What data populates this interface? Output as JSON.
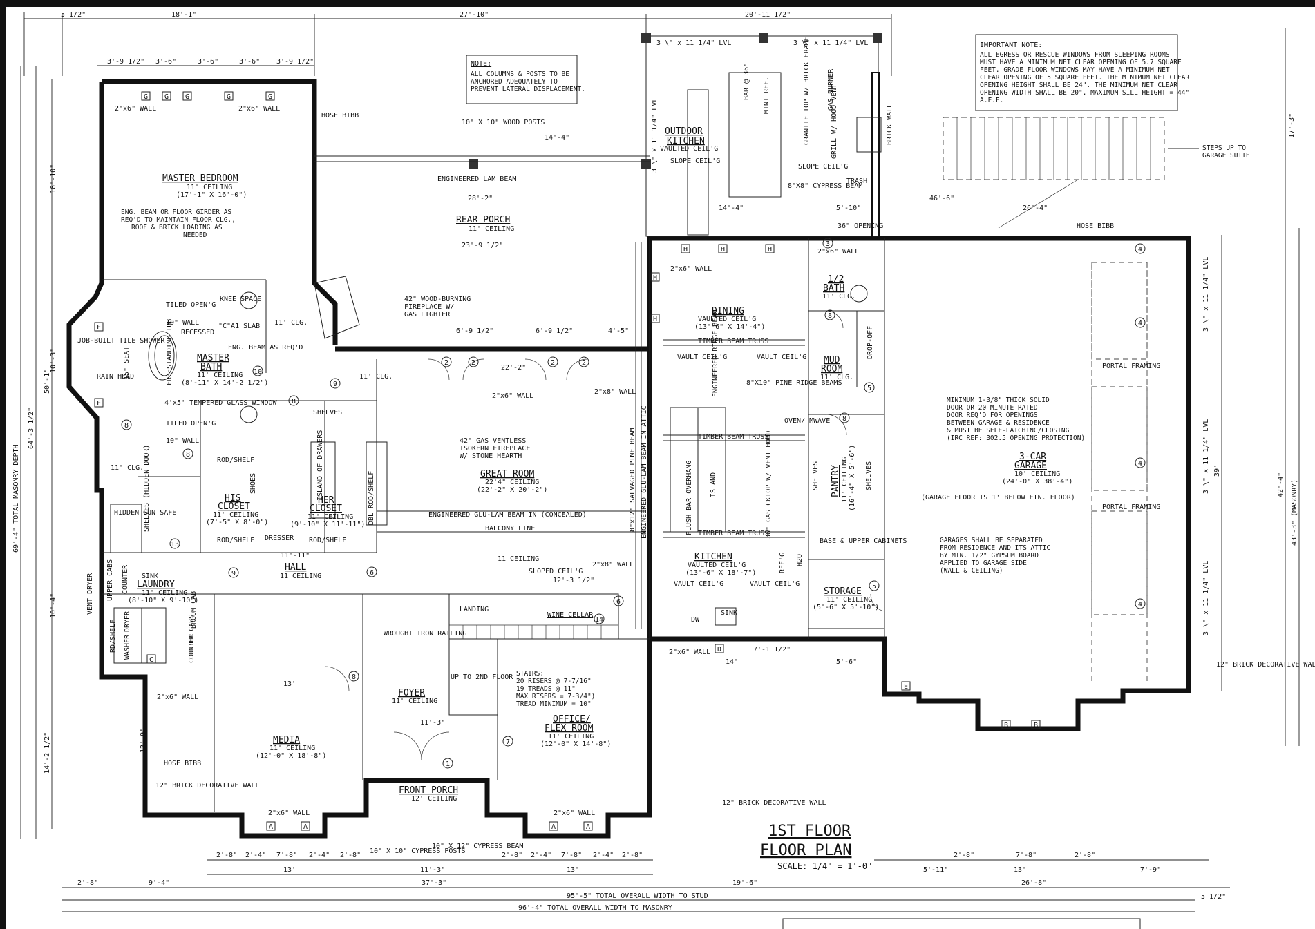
{
  "title": {
    "line1": "1ST FLOOR",
    "line2": "FLOOR PLAN",
    "scale": "SCALE: 1/4\" = 1'-0\""
  },
  "notes": {
    "columns": [
      "NOTE:",
      "ALL COLUMNS & POSTS TO BE",
      "ANCHORED ADEQUATELY TO",
      "PREVENT LATERAL DISPLACEMENT."
    ],
    "egress": [
      "IMPORTANT NOTE:",
      "ALL EGRESS OR RESCUE WINDOWS FROM SLEEPING ROOMS",
      "MUST HAVE A MINIMUM NET CLEAR OPENING OF 5.7 SQUARE",
      "FEET.  GRADE FLOOR WINDOWS MAY HAVE A MINIMUM NET",
      "CLEAR OPENING OF 5 SQUARE FEET.  THE MINIMUM NET CLEAR",
      "OPENING HEIGHT SHALL BE 24\".  THE MINIMUM NET CLEAR",
      "OPENING WIDTH SHALL BE 20\".  MAXIMUM SILL HEIGHT = 44\"",
      "A.F.F."
    ],
    "door": [
      "MINIMUM 1-3/8\" THICK SOLID",
      "DOOR OR 20 MINUTE RATED",
      "DOOR REQ'D FOR OPENINGS",
      "BETWEEN GARAGE & RESIDENCE",
      "& MUST BE SELF-LATCHING/CLOSING",
      "(IRC REF: 302.5 OPENING PROTECTION)"
    ],
    "garage_sep": [
      "GARAGES SHALL BE SEPARATED",
      "FROM RESIDENCE AND ITS ATTIC",
      "BY MIN. 1/2\" GYPSUM BOARD",
      "APPLIED TO GARAGE SIDE",
      "(WALL & CEILING)"
    ],
    "garage_floor": "(GARAGE FLOOR IS 1' BELOW FIN. FLOOR)",
    "steps": [
      "STEPS UP TO",
      "GARAGE SUITE"
    ],
    "stairs": [
      "STAIRS:",
      "20 RISERS @ 7-7/16\"",
      "19 TREADS @ 11\"",
      "MAX RISERS = 7-3/4\")",
      "TREAD MINIMUM = 10\""
    ],
    "beam": [
      "ENG. BEAM OR FLOOR GIRDER AS",
      "REQ'D TO MAINTAIN FLOOR CLG.,",
      "ROOF & BRICK LOADING AS",
      "NEEDED"
    ]
  },
  "rooms": {
    "master_bedroom": {
      "name": "MASTER BEDROOM",
      "c1": "11' CEILING",
      "c2": "(17'-1\" X 16'-0\")"
    },
    "rear_porch": {
      "name": "REAR PORCH",
      "c1": "11' CEILING"
    },
    "outdoor_kitchen": {
      "name1": "OUTDOOR",
      "name2": "KITCHEN",
      "c1": "VAULTED CEIL'G"
    },
    "master_bath": {
      "name1": "MASTER",
      "name2": "BATH",
      "c1": "11' CEILING",
      "c2": "(8'-11\" X 14'-2 1/2\")"
    },
    "great_room": {
      "name": "GREAT ROOM",
      "c1": "22'4\" CEILING",
      "c2": "(22'-2\" X 20'-2\")"
    },
    "dining": {
      "name": "DINING",
      "c1": "VAULTED CEIL'G",
      "c2": "(13'-6\" X 14'-4\")"
    },
    "half_bath": {
      "name1": "1/2",
      "name2": "BATH",
      "c1": "11' CLG."
    },
    "mud_room": {
      "name1": "MUD",
      "name2": "ROOM",
      "c1": "11' CLG."
    },
    "garage": {
      "name1": "3-CAR",
      "name2": "GARAGE",
      "c1": "10' CEILING",
      "c2": "(24'-0\" X 38'-4\")"
    },
    "his_closet": {
      "name1": "HIS",
      "name2": "CLOSET",
      "c1": "11' CEILING",
      "c2": "(7'-5\" X 8'-0\")"
    },
    "her_closet": {
      "name1": "HER",
      "name2": "CLOSET",
      "c1": "11' CEILING",
      "c2": "(9'-10\" X 11'-11\")"
    },
    "pantry": {
      "name": "PANTRY",
      "c1": "11' CEILING",
      "c2": "(16'-4\" X 5'-6\")"
    },
    "hall": {
      "name": "HALL",
      "c1": "11 CEILING"
    },
    "laundry": {
      "name": "LAUNDRY",
      "c1": "11' CEILING",
      "c2": "(8'-10\" X 9'-10\")"
    },
    "kitchen": {
      "name": "KITCHEN",
      "c1": "VAULTED CEIL'G",
      "c2": "(13'-6\" X 18'-7\")"
    },
    "storage": {
      "name": "STORAGE",
      "c1": "11' CEILING",
      "c2": "(5'-6\" X 5'-10\")"
    },
    "foyer": {
      "name": "FOYER",
      "c1": "11' CEILING"
    },
    "media": {
      "name": "MEDIA",
      "c1": "11' CEILING",
      "c2": "(12'-0\" X 18'-8\")"
    },
    "office": {
      "name1": "OFFICE/",
      "name2": "FLEX ROOM",
      "c1": "11' CEILING",
      "c2": "(12'-0\" X 14'-8\")"
    },
    "front_porch": {
      "name": "FRONT PORCH",
      "c1": "12' CEILING"
    },
    "wine_cellar": {
      "name": "WINE CELLAR"
    }
  },
  "labels": {
    "wood_posts": "10\" X 10\" WOOD POSTS",
    "eng_lam_beam": "ENGINEERED LAM BEAM",
    "hose_bibb": "HOSE BIBB",
    "wall_2x6": "2\"x6\" WALL",
    "wall_2x8": "2\"x8\" WALL",
    "wall_10": "10\" WALL",
    "tiled_opening": "TILED OPEN'G",
    "recessed": "RECESSED",
    "freestanding_tub": "FREESTANDING TUB",
    "job_built_shower": "JOB-BUILT TILE SHOWER",
    "rain_head": "RAIN HEAD",
    "seat": "15\" SEAT",
    "glass_window": "4'x5' TEMPERED GLASS WINDOW",
    "knee_space": "KNEE SPACE",
    "slab": "\"C\"A1 SLAB",
    "clg_11": "11' CLG.",
    "eng_beam_req": "ENG. BEAM AS REQ'D",
    "fireplace_42": [
      "42\" WOOD-BURNING",
      "FIREPLACE W/",
      "GAS LIGHTER"
    ],
    "fireplace_gas": [
      "42\" GAS VENTLESS",
      "ISOKERN FIREPLACE",
      "W/  STONE HEARTH"
    ],
    "glulam": "ENGINEERED GLU-LAM BEAM IN (CONCEALED)",
    "balcony": "BALCONY LINE",
    "salvaged_beam": "8\"x12\" SALVAGED PINE BEAM",
    "eng_glulam_attic": "ENGINEERED GLU-LAM BEAM IN ATTIC",
    "timber_truss": "TIMBER BEAM TRUSS",
    "vault_ceil": "VAULT CEIL'G",
    "ridge_beam": "ENGINEERED RIDGE BEAM",
    "pine_ridge": "8\"X10\" PINE RIDGE BEAMS",
    "oven": "OVEN/ MWAVE",
    "island": "ISLAND",
    "flush_bar": "FLUSH BAR OVERHANG",
    "gas_cktop": "36\" GAS CKTOP W/ VENT HOOD",
    "shelves": "SHELVES",
    "rod_shelf": "ROD/SHELF",
    "shoes": "SHOES",
    "dresser": "DRESSER",
    "island_drawers": "ISLAND OF DRAWERS",
    "dbl_rod": "DBL ROD/SHELF",
    "gun_safe": "HIDDEN GUN SAFE",
    "hidden_door": "SHELVES (HIDDEN DOOR)",
    "vent_dryer": "VENT DRYER",
    "upper_cabs": "UPPER CABS",
    "counter": "COUNTER",
    "sink": "SINK",
    "broom_cab": "BROOM CAB",
    "washer": "WASHER",
    "dryer": "DRYER",
    "rd_shelf": "RD/SHELF",
    "landing": "LANDING",
    "wrought_iron": "WROUGHT IRON RAILING",
    "up_to_2nd": "UP TO 2ND FLOOR",
    "sloped_ceil": "SLOPED CEIL'G",
    "ceiling_11": "11 CEILING",
    "dw": "DW",
    "ref": "REF'G",
    "h2o": "H2O",
    "base_upper": "BASE & UPPER CABINETS",
    "drop_off": "DROP-OFF",
    "portal_framing": "PORTAL FRAMING",
    "lvl": "3 \\\" x 11 1/4\" LVL",
    "cypress_posts": "10\" X 10\" CYPRESS POSTS",
    "cypress_beam": "10\" X 12\" CYPRESS BEAM",
    "cypress_8": "8\"X8\" CYPRESS BEAM",
    "brick_wall_12": "12\" BRICK DECORATIVE WALL",
    "brick_wall": "BRICK WALL",
    "bar": "BAR @ 36\"",
    "mini_ref": "MINI REF.",
    "granite": "GRANITE TOP W/ BRICK FRAME",
    "grill": "GRILL W/ HOOD VENT",
    "gas_burner": "GAS BURNER",
    "trash": "TRASH",
    "slope_ceil": "SLOPE CEIL'G",
    "opening_36": "36\" OPENING",
    "outdoor_lvl": "3 \\\" x 11 1/4\" LVL"
  },
  "dimensions": {
    "top": [
      "5 1/2\"",
      "18'-1\"",
      "27'-10\"",
      "20'-11 1/2\""
    ],
    "top_windows": [
      "3'-9 1/2\"",
      "3'-6\"",
      "3'-6\"",
      "3'-6\"",
      "3'-9 1/2\""
    ],
    "bottom_row1": [
      "2'-8\"",
      "2'-4\"",
      "7'-8\"",
      "2'-4\"",
      "2'-8\"",
      "2'-8\"",
      "2'-4\"",
      "7'-8\"",
      "2'-4\"",
      "2'-8\"",
      "5'-11\"",
      "2'-8\"",
      "7'-8\"",
      "2'-8\"",
      "7'-9\""
    ],
    "bottom_row2": [
      "13'",
      "11'-3\"",
      "13'",
      "13'"
    ],
    "bottom_row3": [
      "2'-8\"",
      "9'-4\"",
      "37'-3\"",
      "19'-6\"",
      "26'-8\"",
      "5 1/2\""
    ],
    "bottom_total_stud": "95'-5\" TOTAL OVERALL WIDTH TO STUD",
    "bottom_total_masonry": "96'-4\" TOTAL OVERALL WIDTH TO MASONRY",
    "left_total": "69'-4\" TOTAL MASONRY DEPTH",
    "left_64": "64'-3 1/2\"",
    "left_50": "50'-1\"",
    "left_16": "16'-10\"",
    "left_10": "10'-3\"",
    "left_10b": "10'-4\"",
    "left_14": "14'-2 1/2\"",
    "left_12": "12'-9\"",
    "right_42": "42'-4\"",
    "right_43": "43'-3\" (MASONRY)",
    "right_39": "39'",
    "right_17": "17'-3\"",
    "misc": [
      "28'-2\"",
      "14'-4\"",
      "23'-9 1/2\"",
      "22'-2\"",
      "6'-9 1/2\"",
      "6'-9 1/2\"",
      "4'-5\"",
      "46'-6\"",
      "26'-4\"",
      "14'-4\"",
      "5'-10\"",
      "5'-6\"",
      "13'",
      "11'-11\"",
      "12'-3 1/2\"",
      "11'-3\"",
      "7'-1 1/2\"",
      "14'"
    ]
  },
  "tags": [
    "G",
    "G",
    "G",
    "G",
    "G",
    "F",
    "F",
    "C",
    "A",
    "A",
    "A",
    "A",
    "B",
    "B",
    "E",
    "D",
    "H",
    "H",
    "H",
    "H",
    "H"
  ],
  "circle_tags": [
    "2",
    "2",
    "2",
    "2",
    "3",
    "4",
    "4",
    "4",
    "4",
    "5",
    "5",
    "6",
    "6",
    "7",
    "8",
    "8",
    "8",
    "8",
    "9",
    "9",
    "10",
    "13",
    "14",
    "1",
    "8",
    "8"
  ]
}
